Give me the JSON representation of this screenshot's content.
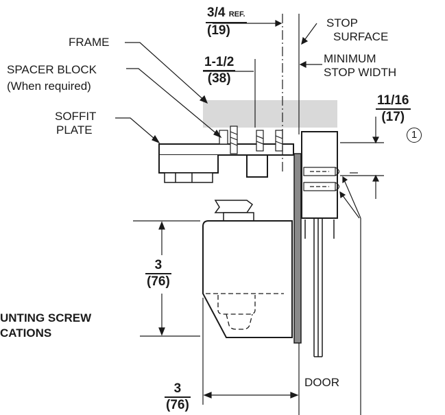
{
  "labels": {
    "stop_surface": [
      "STOP",
      "SURFACE"
    ],
    "minimum_stop_width": [
      "MINIMUM",
      "STOP WIDTH"
    ],
    "frame": "FRAME",
    "spacer_block": "SPACER BLOCK",
    "spacer_block_note": "(When required)",
    "soffit_plate": [
      "SOFFIT",
      "PLATE"
    ],
    "mounting_screw_locations": [
      "UNTING SCREW",
      "CATIONS"
    ],
    "door": "DOOR",
    "circled_note": "1"
  },
  "dimensions": {
    "ref_3_4": {
      "value": "3/4",
      "mm": "(19)",
      "suffix": "REF."
    },
    "one_half": {
      "value": "1-1/2",
      "mm": "(38)"
    },
    "eleven_sixteenths": {
      "value": "11/16",
      "mm": "(17)"
    },
    "three_vertical": {
      "value": "3",
      "mm": "(76)"
    },
    "three_horizontal": {
      "value": "3",
      "mm": "(76)"
    }
  },
  "colors": {
    "line": "#1a1a1a",
    "frame_fill": "#d9d9d9",
    "door_fill": "#8a8a8a",
    "background": "#ffffff"
  }
}
